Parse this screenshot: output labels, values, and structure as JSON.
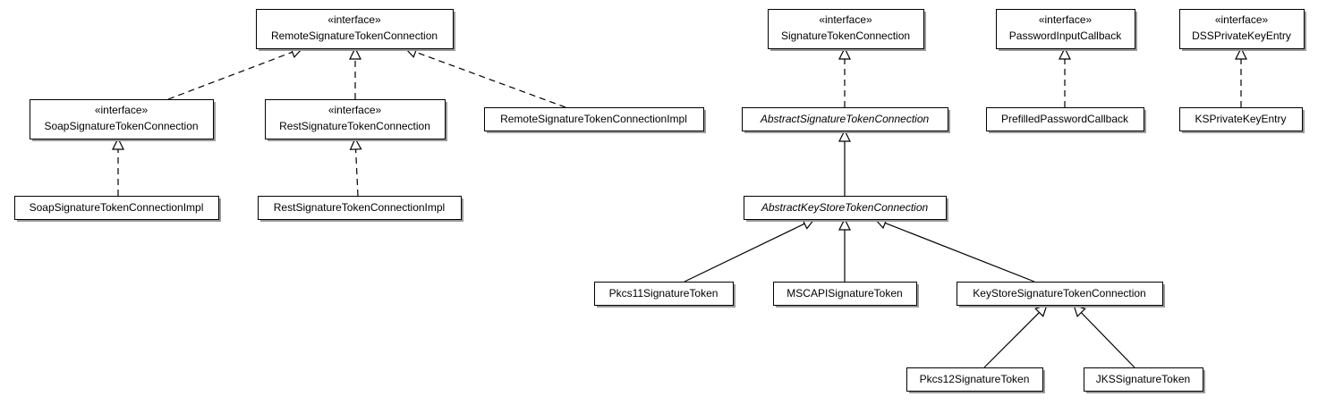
{
  "diagram": {
    "stereotype_interface": "«interface»",
    "classes": [
      {
        "id": "remote_conn",
        "name": "RemoteSignatureTokenConnection",
        "interface": true,
        "abstract": false
      },
      {
        "id": "soap_conn",
        "name": "SoapSignatureTokenConnection",
        "interface": true,
        "abstract": false
      },
      {
        "id": "rest_conn",
        "name": "RestSignatureTokenConnection",
        "interface": true,
        "abstract": false
      },
      {
        "id": "remote_impl",
        "name": "RemoteSignatureTokenConnectionImpl",
        "interface": false,
        "abstract": false
      },
      {
        "id": "soap_impl",
        "name": "SoapSignatureTokenConnectionImpl",
        "interface": false,
        "abstract": false
      },
      {
        "id": "rest_impl",
        "name": "RestSignatureTokenConnectionImpl",
        "interface": false,
        "abstract": false
      },
      {
        "id": "sig_conn",
        "name": "SignatureTokenConnection",
        "interface": true,
        "abstract": false
      },
      {
        "id": "abs_sig_conn",
        "name": "AbstractSignatureTokenConnection",
        "interface": false,
        "abstract": true
      },
      {
        "id": "abs_ks_conn",
        "name": "AbstractKeyStoreTokenConnection",
        "interface": false,
        "abstract": true
      },
      {
        "id": "pkcs11",
        "name": "Pkcs11SignatureToken",
        "interface": false,
        "abstract": false
      },
      {
        "id": "mscapi",
        "name": "MSCAPISignatureToken",
        "interface": false,
        "abstract": false
      },
      {
        "id": "ks_conn",
        "name": "KeyStoreSignatureTokenConnection",
        "interface": false,
        "abstract": false
      },
      {
        "id": "pkcs12",
        "name": "Pkcs12SignatureToken",
        "interface": false,
        "abstract": false
      },
      {
        "id": "jks",
        "name": "JKSSignatureToken",
        "interface": false,
        "abstract": false
      },
      {
        "id": "pwd_cb",
        "name": "PasswordInputCallback",
        "interface": true,
        "abstract": false
      },
      {
        "id": "prefilled_cb",
        "name": "PrefilledPasswordCallback",
        "interface": false,
        "abstract": false
      },
      {
        "id": "dss_key",
        "name": "DSSPrivateKeyEntry",
        "interface": true,
        "abstract": false
      },
      {
        "id": "ks_key",
        "name": "KSPrivateKeyEntry",
        "interface": false,
        "abstract": false
      }
    ],
    "relations": [
      {
        "from": "soap_conn",
        "to": "remote_conn",
        "kind": "realization"
      },
      {
        "from": "rest_conn",
        "to": "remote_conn",
        "kind": "realization"
      },
      {
        "from": "remote_impl",
        "to": "remote_conn",
        "kind": "realization"
      },
      {
        "from": "soap_impl",
        "to": "soap_conn",
        "kind": "realization"
      },
      {
        "from": "rest_impl",
        "to": "rest_conn",
        "kind": "realization"
      },
      {
        "from": "abs_sig_conn",
        "to": "sig_conn",
        "kind": "realization"
      },
      {
        "from": "abs_ks_conn",
        "to": "abs_sig_conn",
        "kind": "generalization"
      },
      {
        "from": "pkcs11",
        "to": "abs_ks_conn",
        "kind": "generalization"
      },
      {
        "from": "mscapi",
        "to": "abs_ks_conn",
        "kind": "generalization"
      },
      {
        "from": "ks_conn",
        "to": "abs_ks_conn",
        "kind": "generalization"
      },
      {
        "from": "pkcs12",
        "to": "ks_conn",
        "kind": "generalization"
      },
      {
        "from": "jks",
        "to": "ks_conn",
        "kind": "generalization"
      },
      {
        "from": "prefilled_cb",
        "to": "pwd_cb",
        "kind": "realization"
      },
      {
        "from": "ks_key",
        "to": "dss_key",
        "kind": "realization"
      }
    ]
  }
}
